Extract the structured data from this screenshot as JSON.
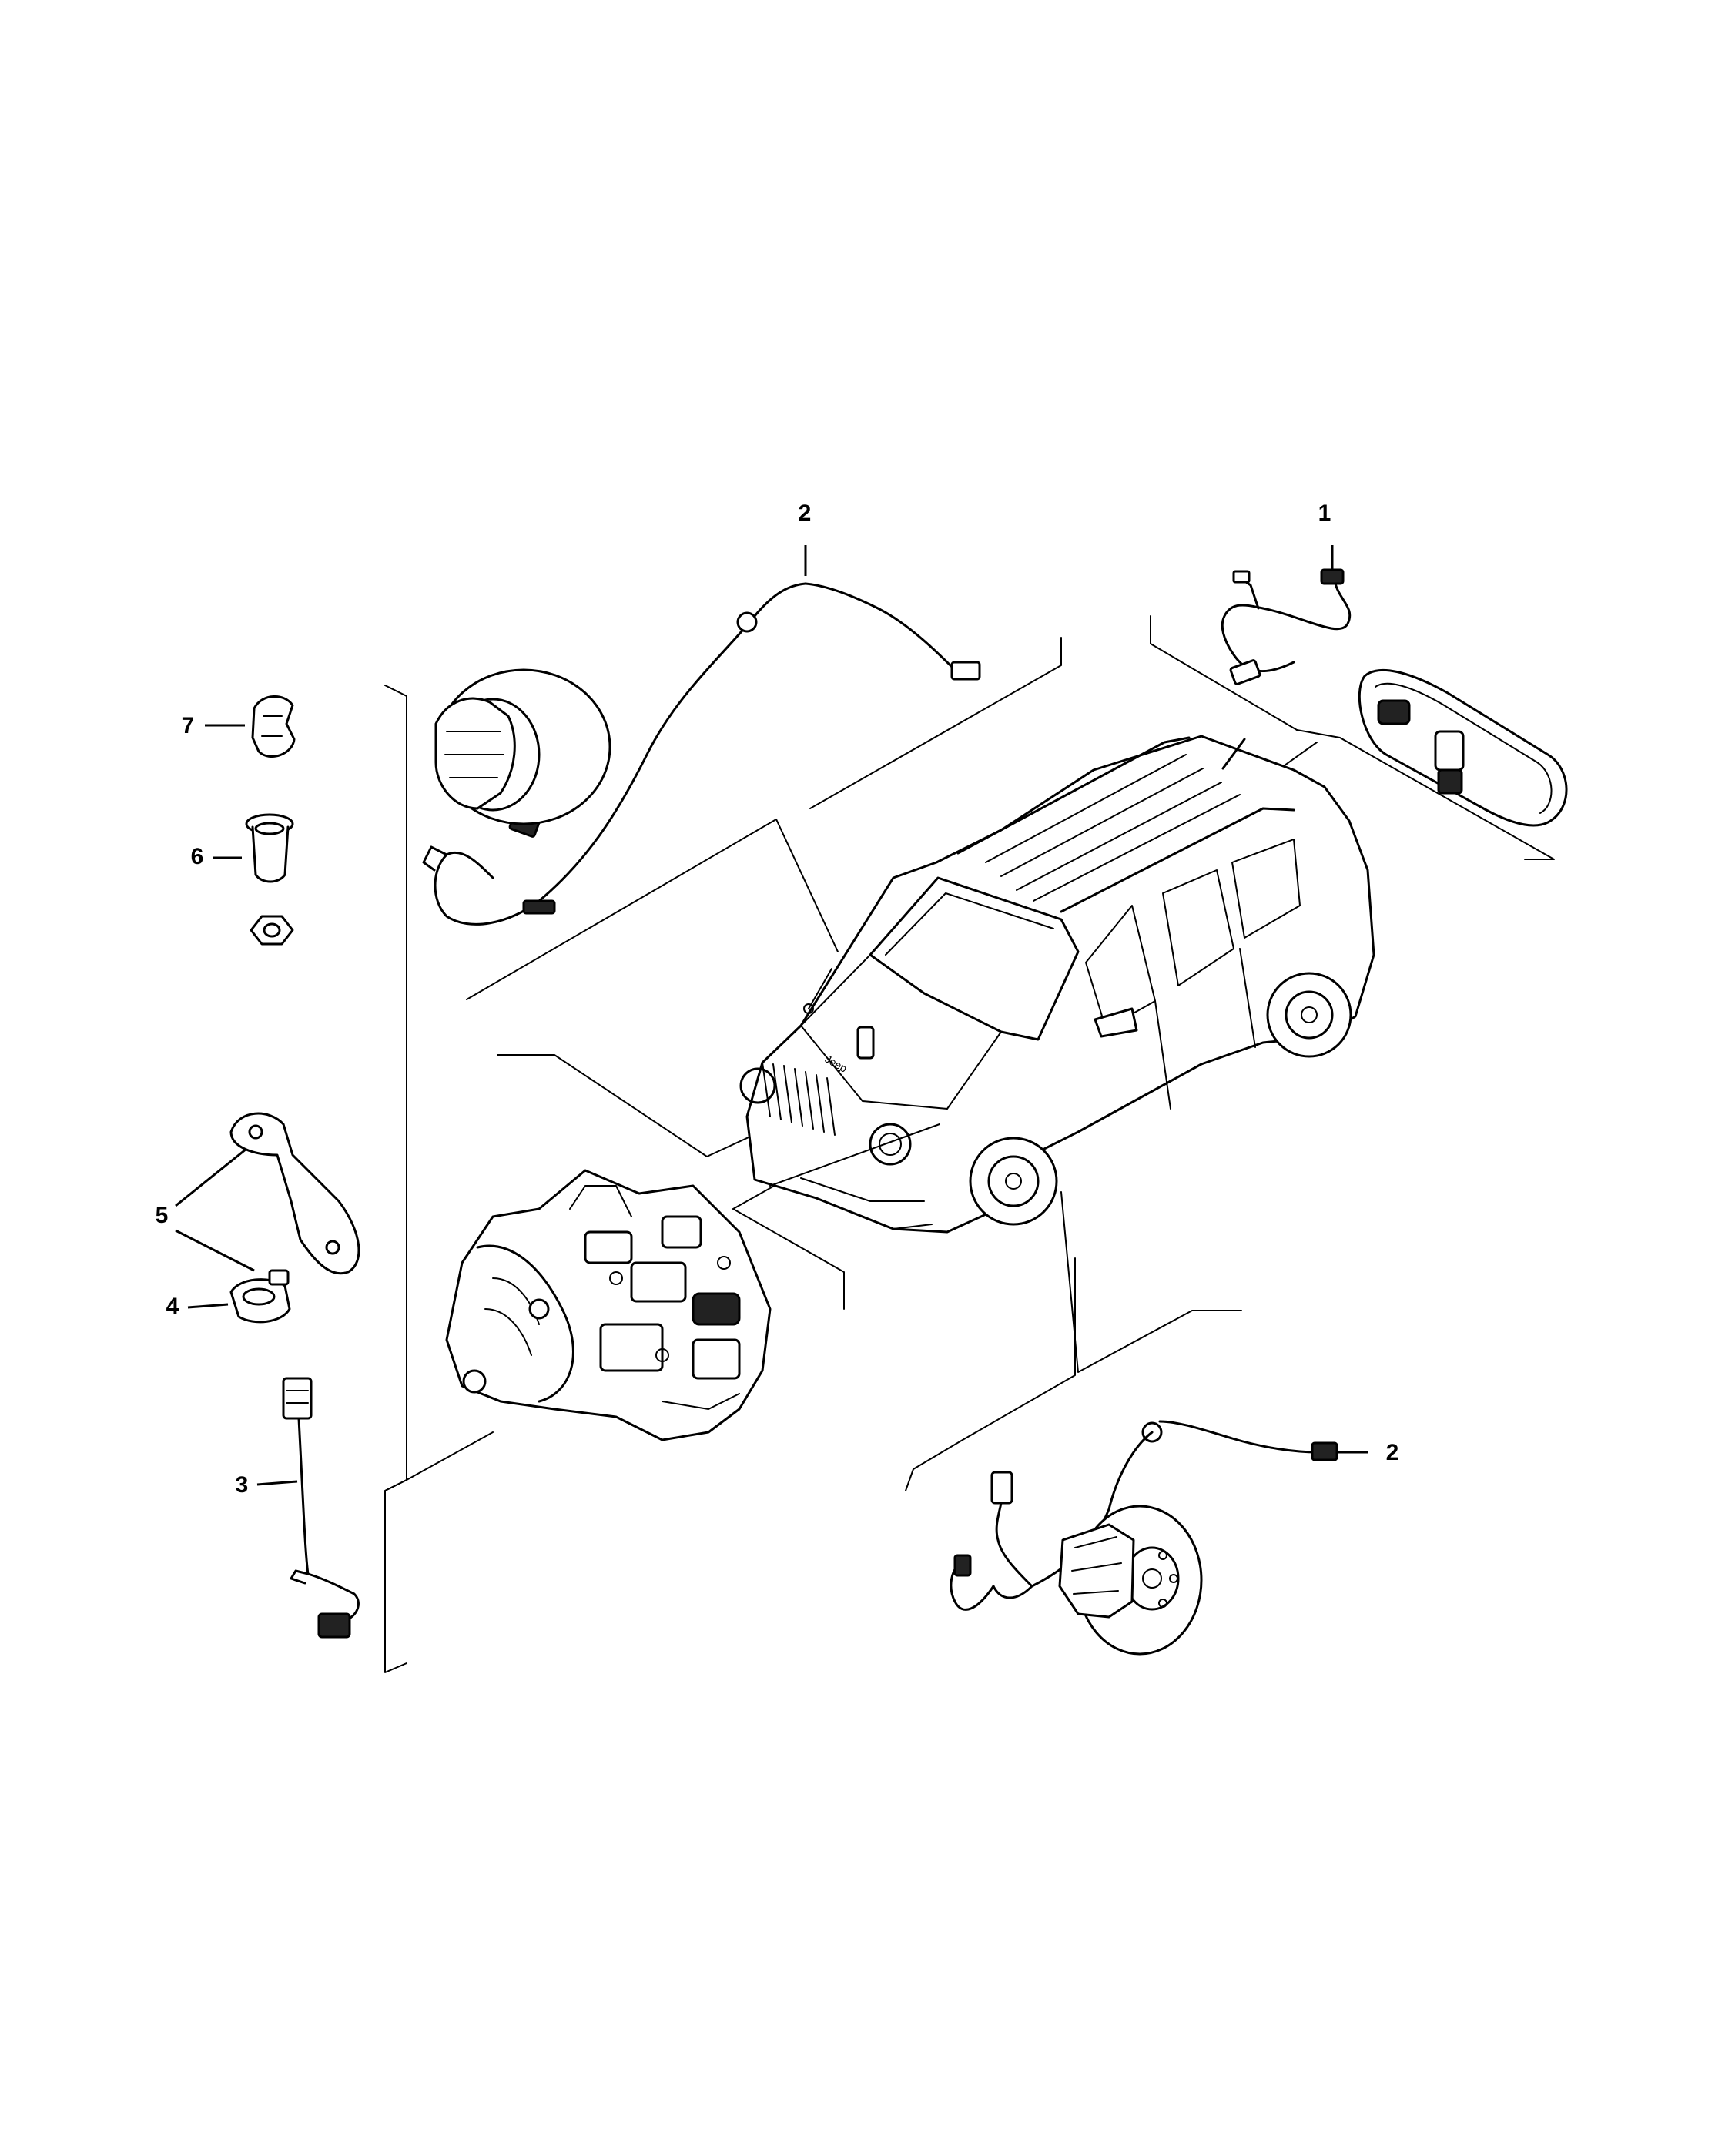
{
  "callouts": [
    {
      "id": "c1",
      "label": "1"
    },
    {
      "id": "c2a",
      "label": "2"
    },
    {
      "id": "c2b",
      "label": "2"
    },
    {
      "id": "c3",
      "label": "3"
    },
    {
      "id": "c4",
      "label": "4"
    },
    {
      "id": "c5",
      "label": "5"
    },
    {
      "id": "c6",
      "label": "6"
    },
    {
      "id": "c7",
      "label": "7"
    }
  ],
  "vehicle": {
    "grille_badge": "Jeep"
  }
}
